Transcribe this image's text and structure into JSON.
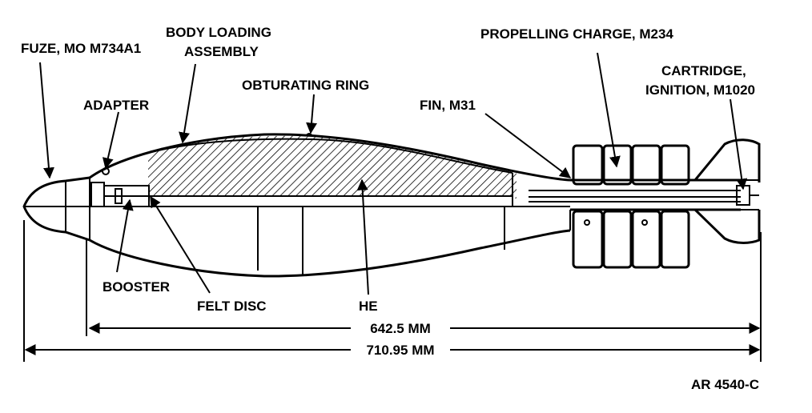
{
  "labels": {
    "fuze": "FUZE, MO M734A1",
    "body_loading_1": "BODY LOADING",
    "body_loading_2": "ASSEMBLY",
    "adapter": "ADAPTER",
    "obturating_ring": "OBTURATING RING",
    "fin": "FIN, M31",
    "propelling_charge": "PROPELLING CHARGE, M234",
    "cartridge_1": "CARTRIDGE,",
    "cartridge_2": "IGNITION, M1020",
    "booster": "BOOSTER",
    "felt_disc": "FELT DISC",
    "he": "HE"
  },
  "dimensions": {
    "body_length": "642.5 MM",
    "overall_length": "710.95 MM"
  },
  "figure_id": "AR 4540-C",
  "colors": {
    "ink": "#000000",
    "background": "#ffffff"
  }
}
